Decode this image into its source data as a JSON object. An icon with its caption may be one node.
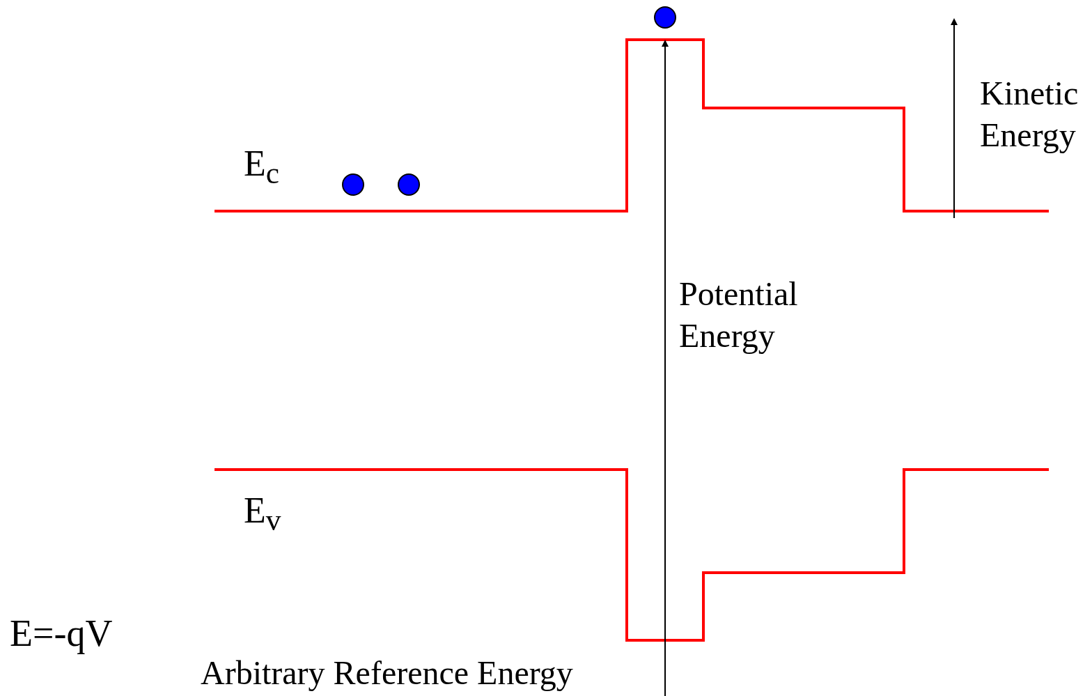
{
  "diagram": {
    "nodes": [
      {
        "text": [],
        "shape": "circle"
      },
      {
        "text": [],
        "shape": "circle"
      },
      {
        "text": [],
        "shape": "circle"
      }
    ],
    "labels": [
      "Kinetic Energy",
      "E$_{c}$",
      "Potential Energy",
      "E$_{v}$",
      "E=-qV",
      "Arbitrary Reference Energy"
    ]
  }
}
